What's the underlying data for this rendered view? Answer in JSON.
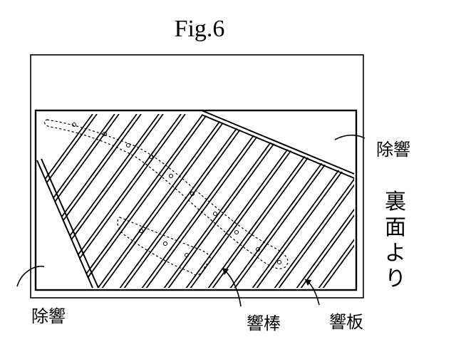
{
  "figure": {
    "title": "Fig.6",
    "labels": {
      "removal_top_right": "除響",
      "removal_bottom_left": "除響",
      "sound_bar": "響棒",
      "sound_board": "響板"
    },
    "side_note": [
      "裏",
      "面",
      "よ",
      "り"
    ]
  }
}
